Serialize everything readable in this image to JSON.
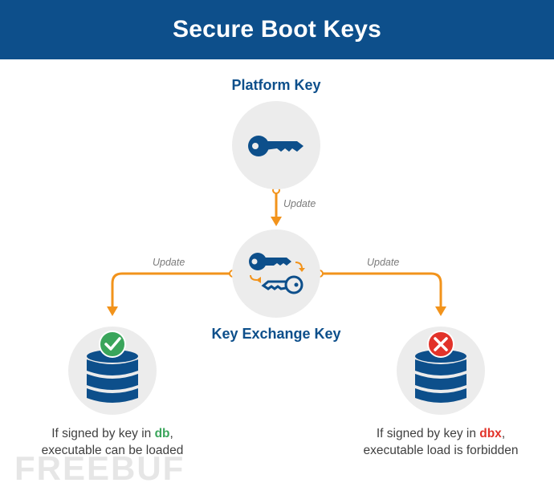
{
  "header": {
    "title": "Secure Boot Keys"
  },
  "nodes": {
    "platform_key": {
      "label": "Platform Key"
    },
    "key_exchange_key": {
      "label": "Key Exchange Key"
    }
  },
  "edges": {
    "pk_to_kek": "Update",
    "kek_to_db": "Update",
    "kek_to_dbx": "Update"
  },
  "db": {
    "caption_prefix": "If signed by key in ",
    "keyword": "db",
    "caption_suffix": ",",
    "caption_line2": "executable can be loaded"
  },
  "dbx": {
    "caption_prefix": "If signed by key in ",
    "keyword": "dbx",
    "caption_suffix": ",",
    "caption_line2": "executable load is forbidden"
  },
  "watermark": "FREEBUF",
  "colors": {
    "header": "#0d4f8b",
    "arrow": "#f2931b",
    "circle": "#ececec",
    "ok": "#3aa55b",
    "deny": "#e2332a"
  }
}
